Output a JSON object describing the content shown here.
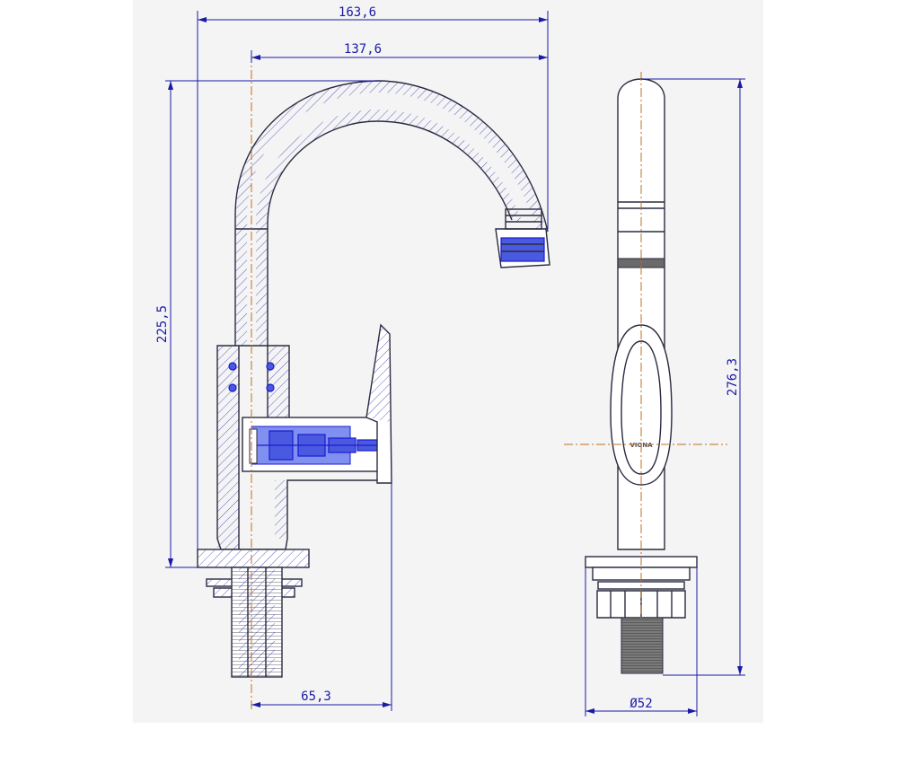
{
  "drawing": {
    "dimensions": {
      "overall_reach": "163,6",
      "spout_reach": "137,6",
      "spout_height": "225,5",
      "handle_offset": "65,3",
      "overall_height": "276,3",
      "base_diameter": "Ø52"
    },
    "logo": "VIGNA"
  }
}
